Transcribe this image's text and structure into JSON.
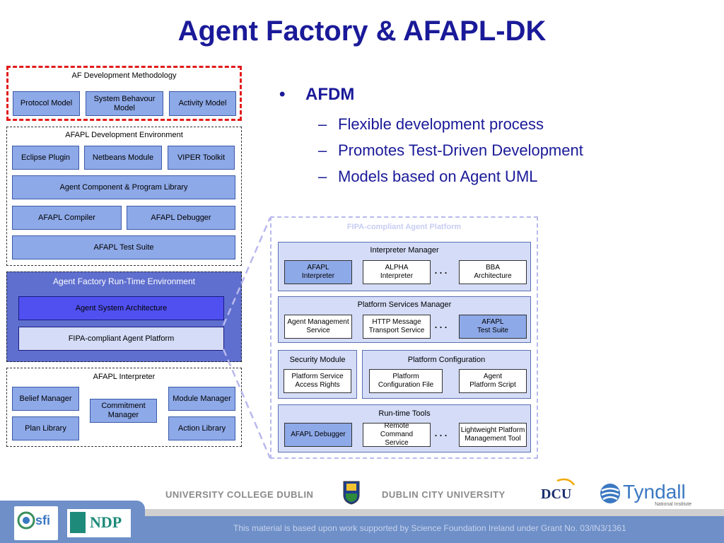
{
  "title": "Agent Factory & AFAPL-DK",
  "bullets": {
    "main": "AFDM",
    "items": [
      "Flexible development process",
      "Promotes Test-Driven Development",
      "Models based on Agent UML"
    ]
  },
  "afdm": {
    "title": "AF Development Methodology",
    "boxes": [
      "Protocol Model",
      "System Behavour Model",
      "Activity Model"
    ]
  },
  "devenv": {
    "title": "AFAPL Development Environment",
    "plugins": [
      "Eclipse Plugin",
      "Netbeans Module",
      "VIPER Toolkit"
    ],
    "library": "Agent Component & Program Library",
    "compiler": "AFAPL Compiler",
    "debugger": "AFAPL Debugger",
    "testsuite": "AFAPL Test Suite"
  },
  "runtime": {
    "title": "Agent Factory Run-Time Environment",
    "arch": "Agent System Architecture",
    "fipa": "FIPA-compliant Agent Platform"
  },
  "interp": {
    "title": "AFAPL Interpreter",
    "belief": "Belief Manager",
    "commitment": "Commitment Manager",
    "module": "Module Manager",
    "plan": "Plan Library",
    "action": "Action Library"
  },
  "fipa": {
    "title": "FIPA-compliant Agent Platform",
    "interpreter_manager": {
      "title": "Interpreter Manager",
      "items": [
        "AFAPL Interpreter",
        "ALPHA Interpreter",
        "BBA Architecture"
      ]
    },
    "services_manager": {
      "title": "Platform Services Manager",
      "items": [
        "Agent Management Service",
        "HTTP Message Transport Service",
        "AFAPL Test Suite"
      ]
    },
    "security": {
      "title": "Security Module",
      "item": "Platform Service Access Rights"
    },
    "config": {
      "title": "Platform Configuration",
      "items": [
        "Platform Configuration File",
        "Agent Platform Script"
      ]
    },
    "tools": {
      "title": "Run-time Tools",
      "items": [
        "AFAPL Debugger",
        "Remote Command Service",
        "Lightweight Platform Management Tool"
      ]
    },
    "ellipsis": "..."
  },
  "logos": {
    "ucd": "UNIVERSITY COLLEGE DUBLIN",
    "dcu_text": "DUBLIN CITY UNIVERSITY",
    "dcu": "DCU",
    "tyndall": "Tyndall",
    "tyndall_sub": "National Institute",
    "sfi": "sfi",
    "ndp": "NDP"
  },
  "footer": "This material is based upon work supported by Science Foundation Ireland under Grant No. 03/IN3/1361",
  "colors": {
    "title": "#1a1a99",
    "box": "#8ea9e8",
    "runtime": "#5f6fcf",
    "footer": "#6e8fc7",
    "dashed_red": "#e21b1b"
  }
}
